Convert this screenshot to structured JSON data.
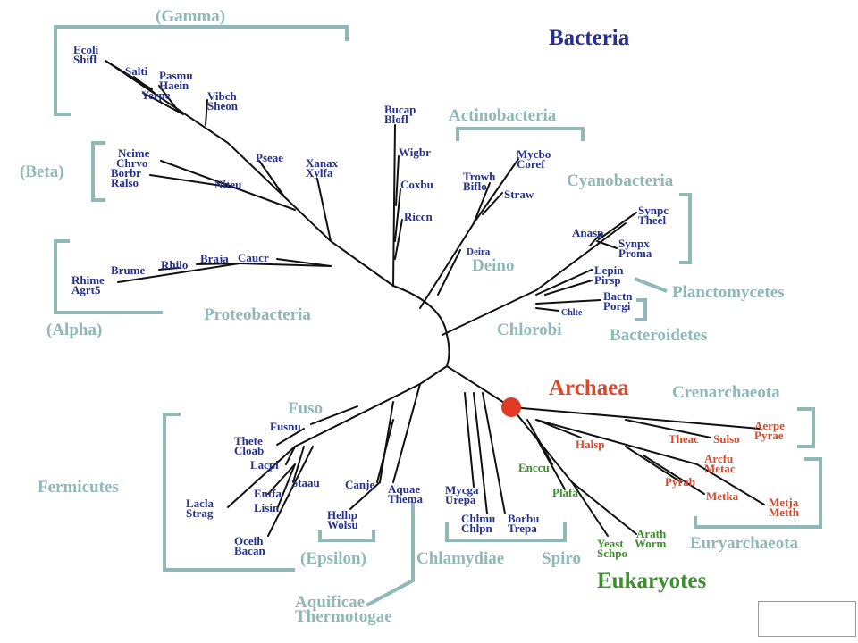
{
  "domains": {
    "bacteria": {
      "label": "Bacteria",
      "color": "#26318f"
    },
    "archaea": {
      "label": "Archaea",
      "color": "#d9482b"
    },
    "eukaryotes": {
      "label": "Eukaryotes",
      "color": "#3d8f2c"
    }
  },
  "group_color": "#8fb8b6",
  "groups": {
    "gamma": "(Gamma)",
    "beta": "(Beta)",
    "alpha": "(Alpha)",
    "proteobacteria": "Proteobacteria",
    "actinobacteria": "Actinobacteria",
    "cyanobacteria": "Cyanobacteria",
    "planctomycetes": "Planctomycetes",
    "deino": "Deino",
    "chlorobi": "Chlorobi",
    "bacteroidetes": "Bacteroidetes",
    "fuso": "Fuso",
    "fermicutes": "Fermicutes",
    "epsilon": "(Epsilon)",
    "chlamydiae": "Chlamydiae",
    "spiro": "Spiro",
    "aquificae": "Aquificae",
    "thermotogae": "Thermotogae",
    "crenarchaeota": "Crenarchaeota",
    "euryarchaeota": "Euryarchaeota"
  },
  "taxa": {
    "ecoli": "Ecoli",
    "shifl": "Shifl",
    "salti": "Salti",
    "pasmu": "Pasmu",
    "haein": "Haein",
    "yerpe": "Yerpe",
    "vibch": "Vibch",
    "sheon": "Sheon",
    "pseae": "Pseae",
    "xanax": "Xanax",
    "xylfa": "Xylfa",
    "neime": "Neime",
    "chrvo": "Chrvo",
    "borbr": "Borbr",
    "ralso": "Ralso",
    "niteu": "Niteu",
    "rhilo": "Rhilo",
    "braja": "Braja",
    "caucr": "Caucr",
    "brume": "Brume",
    "rhime": "Rhime",
    "agrt5": "Agrt5",
    "bucap": "Bucap",
    "blofl": "Blofl",
    "wigbr": "Wigbr",
    "coxbu": "Coxbu",
    "riccn": "Riccn",
    "mycbo": "Mycbo",
    "coref": "Coref",
    "trowh": "Trowh",
    "biflo": "Biflo",
    "straw": "Straw",
    "deira": "Deira",
    "synpc": "Synpc",
    "theel": "Theel",
    "anasp": "Anasp",
    "synpx": "Synpx",
    "proma": "Proma",
    "lepin": "Lepin",
    "pirsp": "Pirsp",
    "bactn": "Bactn",
    "porgi": "Porgi",
    "chlte": "Chlte",
    "fusnu": "Fusnu",
    "thete": "Thete",
    "cloab": "Cloab",
    "lacpl": "Lacpl",
    "entfa": "Entfa",
    "lisin": "Lisin",
    "staau": "Staau",
    "lacla": "Lacla",
    "strag": "Strag",
    "oceih": "Oceih",
    "bacan": "Bacan",
    "canje": "Canje",
    "helhp": "Helhp",
    "wolsu": "Wolsu",
    "aquae": "Aquae",
    "thema": "Thema",
    "mycga": "Mycga",
    "urepa": "Urepa",
    "chlmu": "Chlmu",
    "chlpn": "Chlpn",
    "borbu": "Borbu",
    "trepa": "Trepa",
    "aerpe": "Aerpe",
    "pyrae": "Pyrae",
    "theac": "Theac",
    "sulso": "Sulso",
    "halsp": "Halsp",
    "arcfu": "Arcfu",
    "metac": "Metac",
    "pyrab": "Pyrab",
    "metka": "Metka",
    "metja": "Metja",
    "metth": "Metth",
    "enccu": "Enccu",
    "plafa": "Plafa",
    "arath": "Arath",
    "worm": "Worm",
    "yeast": "Yeast",
    "schpo": "Schpo"
  }
}
